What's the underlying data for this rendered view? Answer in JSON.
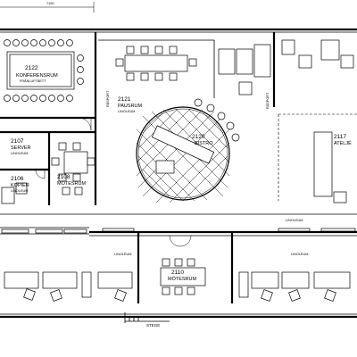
{
  "dimension_top": "7100",
  "rooms": {
    "konferensrum": {
      "number": "2122",
      "name": "KONFERENSRUM",
      "note": "FRÅNLUFTBETT"
    },
    "pausrum": {
      "number": "2121",
      "name": "PAUSRUM",
      "floor": "LINOLEUM"
    },
    "bistro": {
      "number": "2120",
      "name": "BISTRO"
    },
    "server": {
      "number": "2107",
      "name": "SERVER",
      "floor": "LINOLEUM"
    },
    "kopier": {
      "number": "2106",
      "name": "KOPIER",
      "floor": "LINOLEUM"
    },
    "motesrum_small": {
      "number": "2108",
      "name": "MÖTESRUM"
    },
    "atelje": {
      "number": "2117",
      "name": "ATELJÉ"
    },
    "motesrum": {
      "number": "2110",
      "name": "MÖTESRUM"
    }
  },
  "labels": {
    "rasport_left": "RÅSPORT",
    "rasport_right": "RÅSPORT",
    "linoleum_corridor_right": "LINOLEUM",
    "linoleum_lower_left": "LINOLEUM",
    "linoleum_lower_right": "LINOLEUM",
    "entrance": "STEGE"
  }
}
